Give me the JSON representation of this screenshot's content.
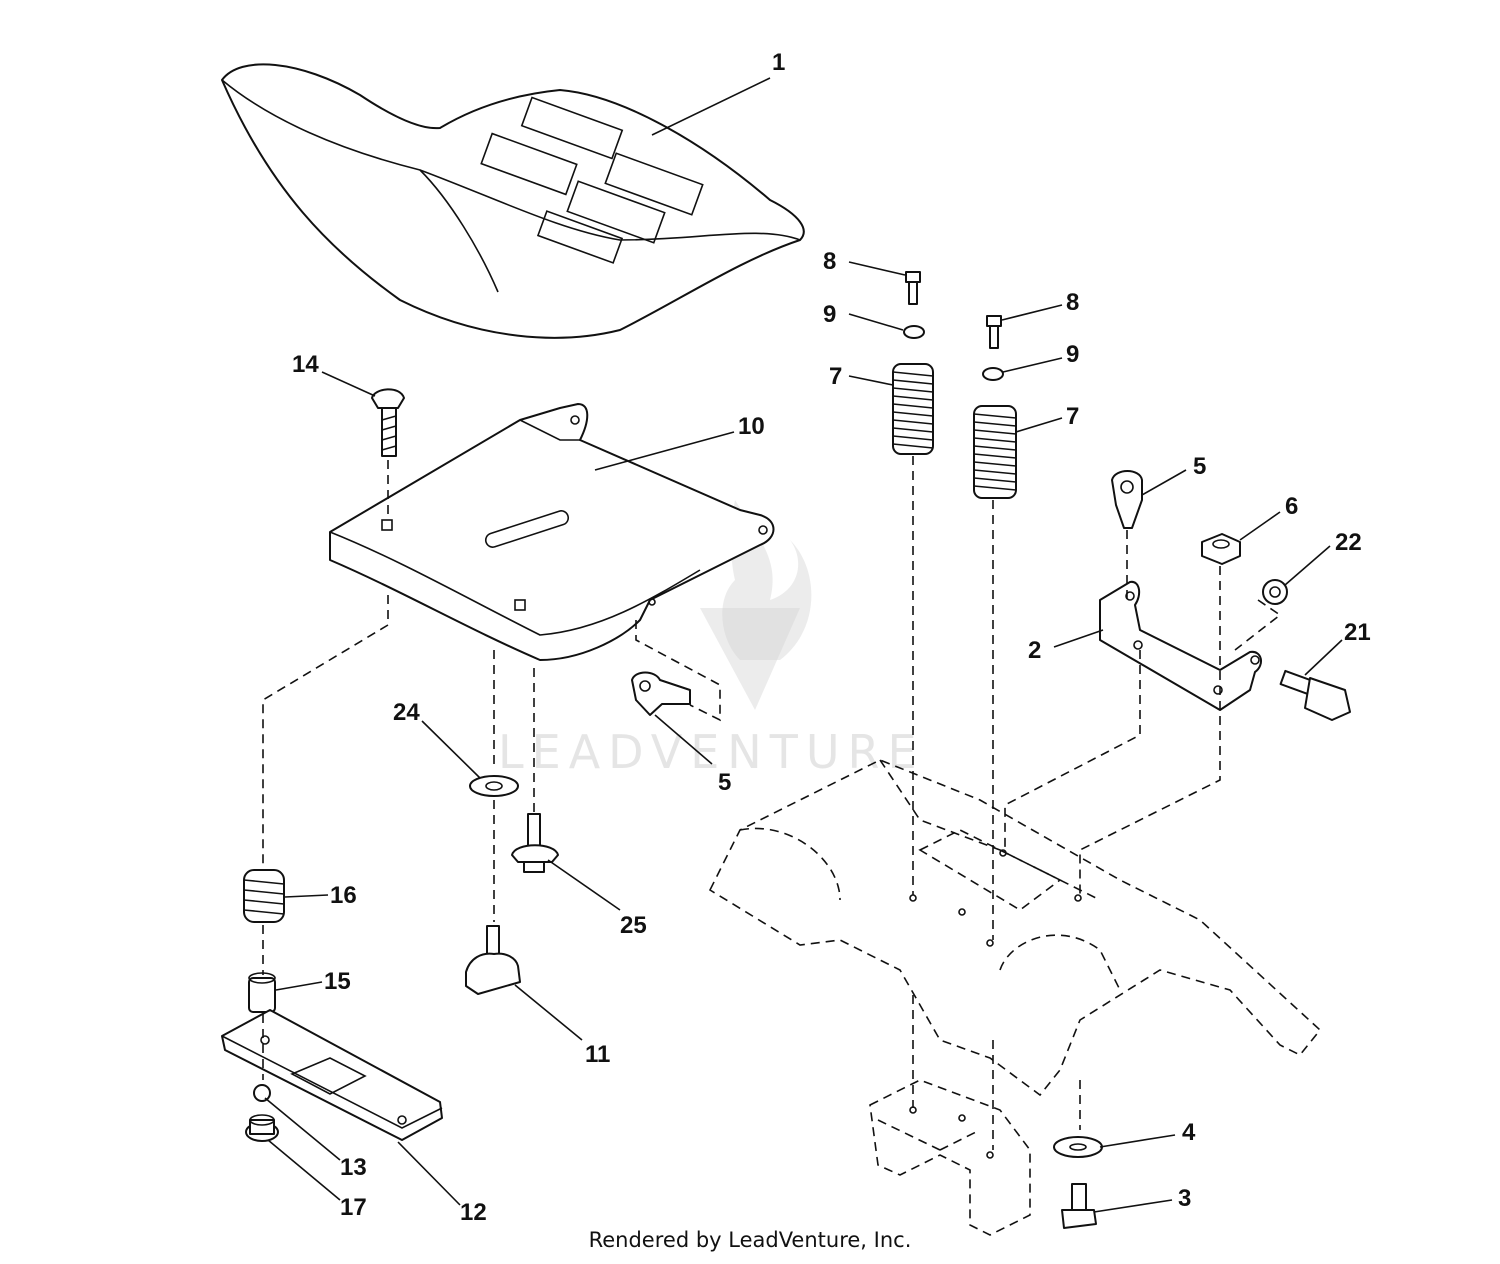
{
  "watermark": {
    "text": "LEADVENTURE"
  },
  "footer": {
    "text": "Rendered by LeadVenture, Inc."
  },
  "callouts": [
    {
      "label": "1"
    },
    {
      "label": "14"
    },
    {
      "label": "10"
    },
    {
      "label": "8"
    },
    {
      "label": "9"
    },
    {
      "label": "7"
    },
    {
      "label": "8"
    },
    {
      "label": "9"
    },
    {
      "label": "7"
    },
    {
      "label": "5"
    },
    {
      "label": "6"
    },
    {
      "label": "22"
    },
    {
      "label": "2"
    },
    {
      "label": "21"
    },
    {
      "label": "24"
    },
    {
      "label": "5"
    },
    {
      "label": "16"
    },
    {
      "label": "25"
    },
    {
      "label": "15"
    },
    {
      "label": "11"
    },
    {
      "label": "13"
    },
    {
      "label": "17"
    },
    {
      "label": "12"
    },
    {
      "label": "4"
    },
    {
      "label": "3"
    }
  ]
}
